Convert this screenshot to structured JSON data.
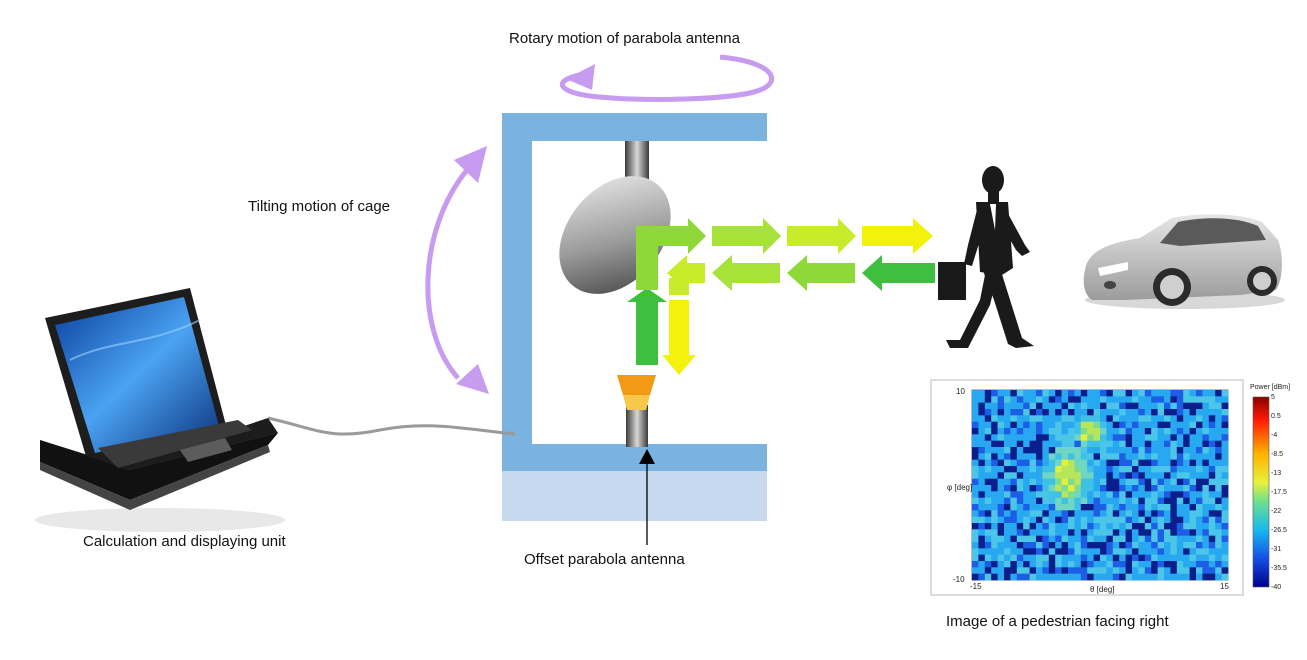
{
  "labels": {
    "rotary": "Rotary motion of  parabola antenna",
    "tilting": "Tilting motion of cage",
    "calc_unit": "Calculation and displaying unit",
    "offset_antenna": "Offset parabola antenna",
    "image_caption": "Image of a pedestrian facing right"
  },
  "heatmap": {
    "y_top": "10",
    "y_bottom": "-10",
    "x_left": "-15",
    "x_right": "15",
    "y_label": "φ [deg]",
    "x_label": "θ [deg]",
    "colorbar_title": "Power [dBm]",
    "colorbar_ticks": [
      "5",
      "0.5",
      "-4",
      "-8.5",
      "-13",
      "-17.5",
      "-22",
      "-26.5",
      "-31",
      "-35.5",
      "-40"
    ]
  },
  "colors": {
    "cage": "#7ab2e0",
    "base": "#c6d9ef",
    "motion_arrow": "#c79cf0",
    "tx_green": "#3fbf3f",
    "rx_yellow": "#f2f20a"
  },
  "icons": [
    "laptop-icon",
    "pedestrian-icon",
    "car-icon",
    "parabola-dish-icon",
    "feed-horn-icon"
  ]
}
